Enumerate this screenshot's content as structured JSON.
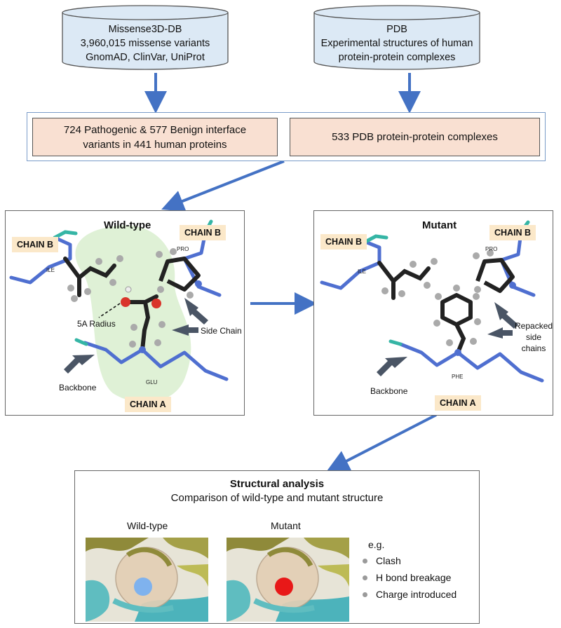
{
  "databases": {
    "missense": {
      "line1": "Missense3D-DB",
      "line2": "3,960,015 missense variants",
      "line3": "GnomAD, ClinVar, UniProt"
    },
    "pdb": {
      "line1": "PDB",
      "line2": "Experimental structures of human",
      "line3": "protein-protein complexes"
    }
  },
  "pipeline": {
    "variants": {
      "line1": "724 Pathogenic & 577 Benign interface",
      "line2": "variants in 441 human proteins"
    },
    "complexes": "533 PDB protein-protein complexes"
  },
  "wildtype_panel": {
    "title": "Wild-type",
    "chain_b_left": "CHAIN B",
    "chain_b_right": "CHAIN B",
    "chain_a": "CHAIN A",
    "radius_label": "5A Radius",
    "side_chain_label": "Side Chain",
    "backbone_label": "Backbone",
    "residue_ile": "ILE",
    "residue_pro": "PRO",
    "residue_glu": "GLU"
  },
  "mutant_panel": {
    "title": "Mutant",
    "chain_b_left": "CHAIN B",
    "chain_b_right": "CHAIN B",
    "chain_a": "CHAIN A",
    "repacked_line1": "Repacked",
    "repacked_line2": "side",
    "repacked_line3": "chains",
    "backbone_label": "Backbone",
    "residue_ile": "ILE",
    "residue_pro": "PRO",
    "residue_phe": "PHE"
  },
  "analysis": {
    "title": "Structural analysis",
    "subtitle": "Comparison of wild-type and mutant structure",
    "wildtype_caption": "Wild-type",
    "mutant_caption": "Mutant",
    "eg": "e.g.",
    "bullets": [
      "Clash",
      "H bond breakage",
      "Charge introduced"
    ]
  },
  "colors": {
    "db_fill": "#dce9f5",
    "arrow": "#4472c4",
    "peach": "#f9e0d2",
    "chain_label": "#fbe8c9",
    "wildtype_sphere": "#7fb2ee",
    "mutant_sphere": "#e81818"
  }
}
